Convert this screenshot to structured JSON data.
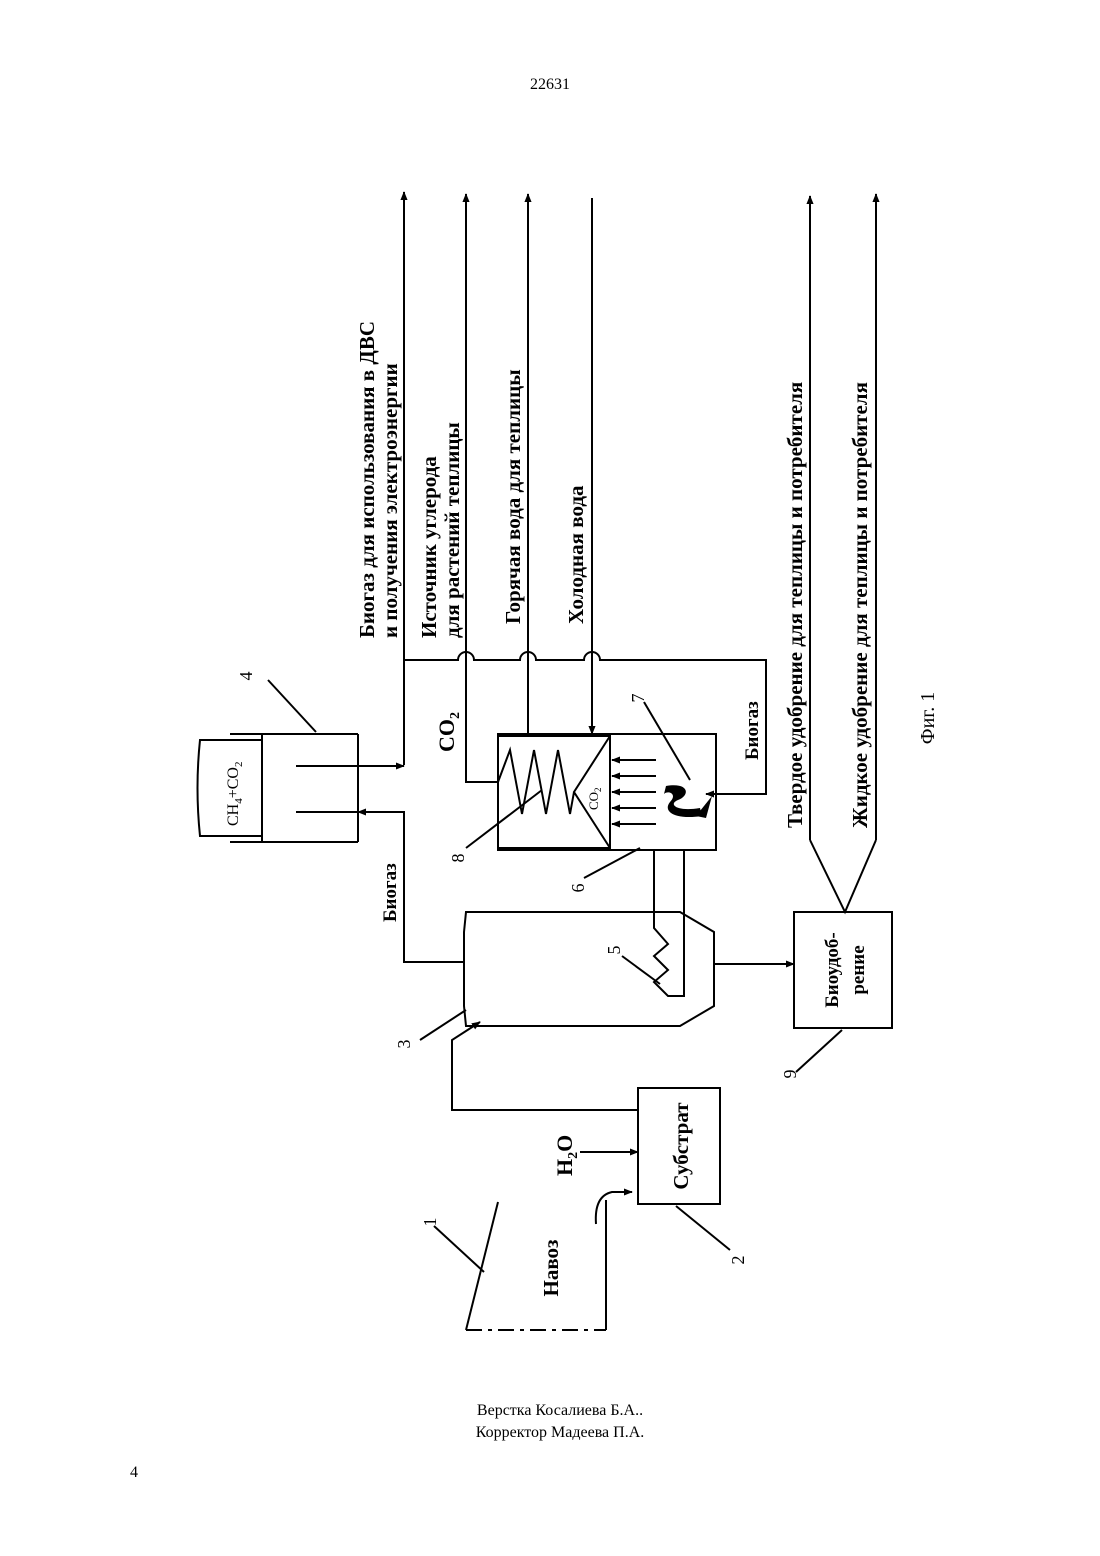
{
  "header": {
    "page_id": "22631"
  },
  "figure": {
    "caption": "Фиг. 1",
    "outputs": {
      "biogas_line1": "Биогаз для использования в ДВС",
      "biogas_line2": "и получения электроэнергии",
      "carbon_line1": "Источник углерода",
      "carbon_line2": "для растений теплицы",
      "hot_water": "Горячая вода для теплицы",
      "cold_water": "Холодная вода",
      "solid_fertilizer": "Твердое удобрение для теплицы и потребителя",
      "liquid_fertilizer": "Жидкое удобрение для теплицы и потребителя"
    },
    "labels": {
      "gas_holder_top": "CH",
      "gas_holder_sub4": "4",
      "gas_holder_plus": "+CO",
      "gas_holder_sub2": "2",
      "co2_main": "CO",
      "co2_main_sub": "2",
      "co2_burner": "CO",
      "co2_burner_sub": "2",
      "biogas_left": "Биогаз",
      "biogas_right": "Биогаз",
      "h2o_h": "H",
      "h2o_sub": "2",
      "h2o_o": "O",
      "substrate": "Субстрат",
      "manure": "Навоз",
      "biofertilizer_line1": "Биоудоб-",
      "biofertilizer_line2": "рение"
    },
    "callouts": [
      "1",
      "2",
      "3",
      "4",
      "5",
      "6",
      "7",
      "8",
      "9"
    ]
  },
  "footer": {
    "layout_credit": "Верстка Косалиева Б.А..",
    "corrector_credit": "Корректор Мадеева П.А.",
    "page_number": "4"
  }
}
